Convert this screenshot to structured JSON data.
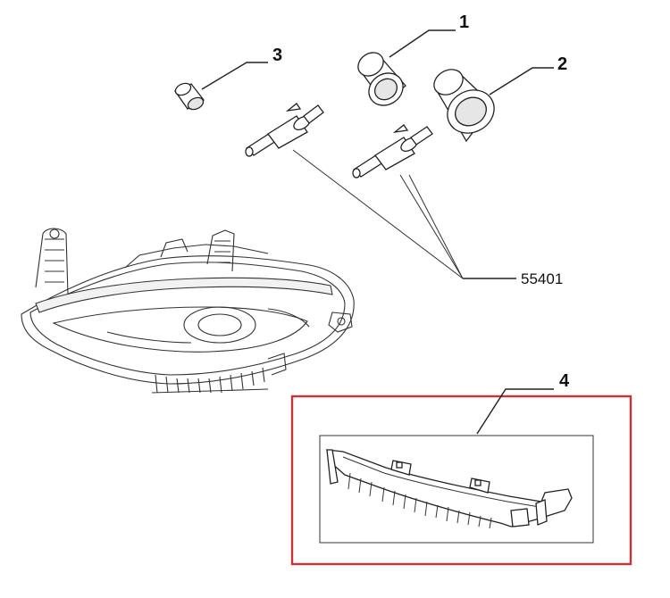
{
  "callouts": {
    "part1": "1",
    "part2": "2",
    "part3": "3",
    "part4": "4",
    "bulb_ref": "55401"
  },
  "colors": {
    "highlight_frame": "#c8333a",
    "line": "#222222"
  }
}
